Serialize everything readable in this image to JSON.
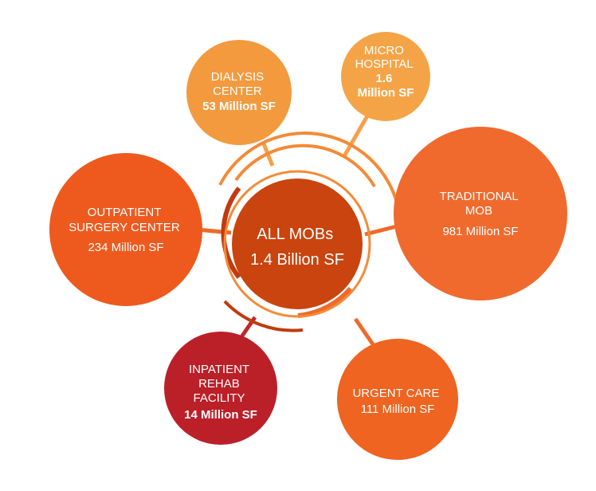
{
  "colors": {
    "center": "#c9440e",
    "ring_dark": "#c23a10",
    "ring_light": "#f48a37",
    "dialysis": "#f39a3e",
    "micro": "#f4a447",
    "traditional": "#f06a2e",
    "outpatient": "#ee5a1e",
    "urgent": "#ee6420",
    "inpatient": "#bb1f28",
    "connector_light": "#f6a04a",
    "connector_orange": "#ee6a2a",
    "connector_red": "#c0282d"
  },
  "center": {
    "label": "ALL MOBs",
    "value": "1.4 Billion SF"
  },
  "nodes": [
    {
      "id": "dialysis",
      "lines": [
        "DIALYSIS",
        "CENTER",
        "53 Million SF"
      ]
    },
    {
      "id": "micro",
      "lines": [
        "MICRO",
        "HOSPITAL",
        "1.6",
        "Million SF"
      ]
    },
    {
      "id": "traditional",
      "lines": [
        "TRADITIONAL",
        "MOB",
        "981 Million SF"
      ]
    },
    {
      "id": "outpatient",
      "lines": [
        "OUTPATIENT",
        "SURGERY CENTER",
        "234 Million SF"
      ]
    },
    {
      "id": "inpatient",
      "lines": [
        "INPATIENT",
        "REHAB",
        "FACILITY",
        "14 Million SF"
      ]
    },
    {
      "id": "urgent",
      "lines": [
        "URGENT CARE",
        "111 Million SF"
      ]
    }
  ]
}
